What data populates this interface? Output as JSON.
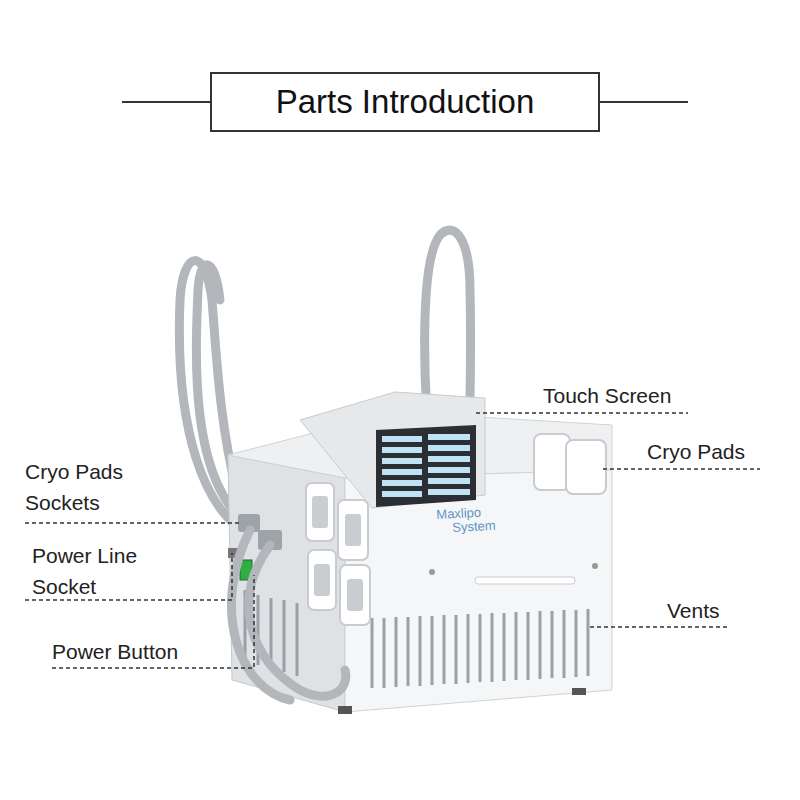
{
  "diagram": {
    "title": "Parts Introduction",
    "labels": [
      "Touch Screen",
      "Cryo Pads",
      "Cryo Pads Sockets",
      "Power Line Socket",
      "Power Button",
      "Vents",
      "Maxlipo",
      "System"
    ]
  }
}
